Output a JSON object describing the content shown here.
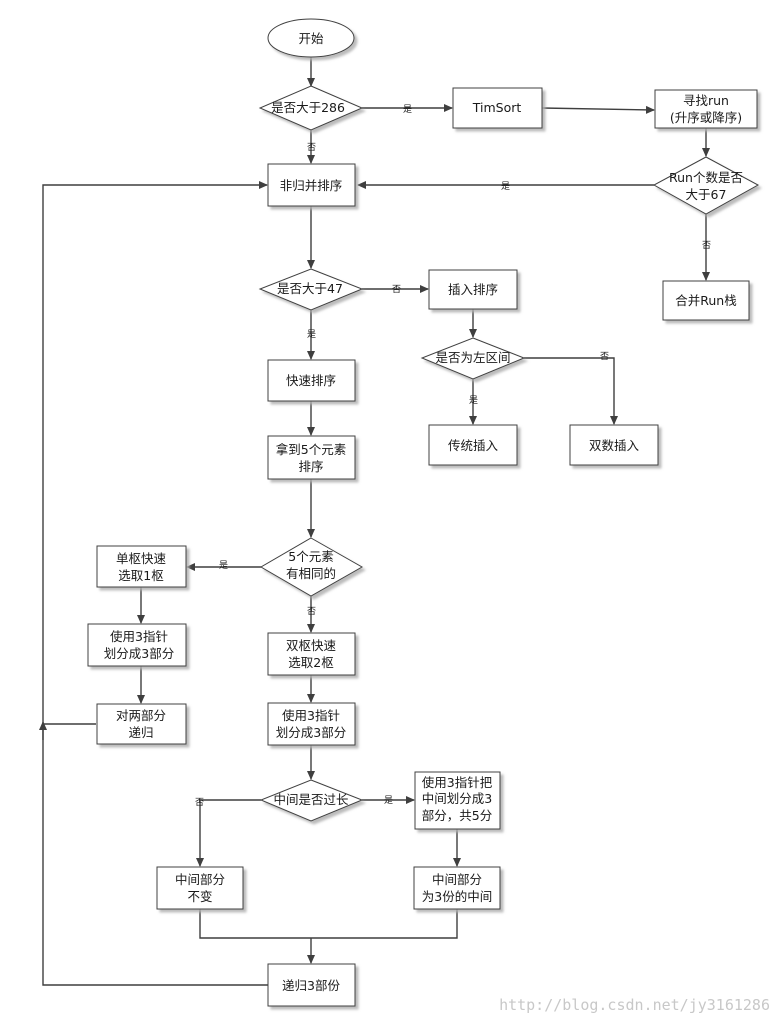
{
  "nodes": {
    "start": "开始",
    "gt286": "是否大于286",
    "timsort": "TimSort",
    "find_run": [
      "寻找run",
      "(升序或降序)"
    ],
    "run_gt67": [
      "Run个数是否",
      "大于67"
    ],
    "merge_run": "合并Run栈",
    "non_merge": "非归并排序",
    "gt47": "是否大于47",
    "insertion": "插入排序",
    "is_left": "是否为左区间",
    "trad_insert": "传统插入",
    "pair_insert": "双数插入",
    "quicksort": "快速排序",
    "take5": [
      "拿到5个元素",
      "排序"
    ],
    "same5": [
      "5个元素",
      "有相同的"
    ],
    "single_pivot": [
      "单枢快速",
      "选取1枢"
    ],
    "dual_pivot": [
      "双枢快速",
      "选取2枢"
    ],
    "three_ptr_left": [
      "使用3指针",
      "划分成3部分"
    ],
    "three_ptr_mid": [
      "使用3指针",
      "划分成3部分"
    ],
    "recurse_two": [
      "对两部分",
      "递归"
    ],
    "mid_too_long": "中间是否过长",
    "split_mid": [
      "使用3指针把",
      "中间划分成3",
      "部分，共5分"
    ],
    "mid_unchanged": [
      "中间部分",
      "不变"
    ],
    "mid_of_three": [
      "中间部分",
      "为3份的中间"
    ],
    "recurse_three": "递归3部份"
  },
  "edge_labels": {
    "gt286_yes": "是",
    "gt286_no": "否",
    "run_gt67_no": "否",
    "run_gt67_yes": "是",
    "gt47_no": "否",
    "gt47_yes": "是",
    "is_left_yes": "是",
    "is_left_no": "否",
    "same5_yes": "是",
    "same5_no": "否",
    "mid_yes": "是",
    "mid_no": "否"
  },
  "watermark": "http://blog.csdn.net/jy3161286",
  "colors": {
    "box_stroke": "#3f3f3f",
    "shadow": "#c4c4c4",
    "fill": "#ffffff"
  }
}
